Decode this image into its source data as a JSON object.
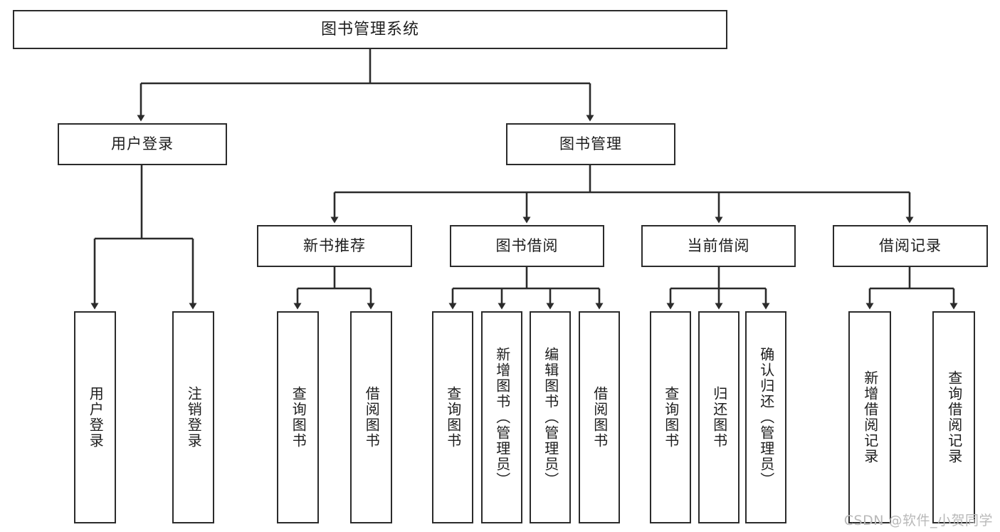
{
  "diagram": {
    "type": "tree",
    "title": "图书管理系统",
    "orientation": "top-down",
    "edge_color": "#2b2b2b",
    "box_border_color": "#2b2b2b",
    "box_fill_color": "#ffffff",
    "text_color": "#1d1d1d"
  },
  "nodes": {
    "root": {
      "label": "图书管理系统",
      "level": 1
    },
    "level2": [
      {
        "id": "user-login",
        "label": "用户登录",
        "level": 2
      },
      {
        "id": "book-manage",
        "label": "图书管理",
        "level": 2
      }
    ],
    "level3": [
      {
        "id": "new-book-recommend",
        "label": "新书推荐",
        "level": 3,
        "parent": "book-manage"
      },
      {
        "id": "book-borrow",
        "label": "图书借阅",
        "level": 3,
        "parent": "book-manage"
      },
      {
        "id": "current-borrow",
        "label": "当前借阅",
        "level": 3,
        "parent": "book-manage"
      },
      {
        "id": "borrow-record",
        "label": "借阅记录",
        "level": 3,
        "parent": "book-manage"
      }
    ],
    "leaves": [
      {
        "id": "leaf-user-login",
        "label": "用户登录",
        "parent": "user-login"
      },
      {
        "id": "leaf-user-logout",
        "label": "注销登录",
        "parent": "user-login"
      },
      {
        "id": "leaf-query-book-1",
        "label": "查询图书",
        "parent": "new-book-recommend"
      },
      {
        "id": "leaf-borrow-book-1",
        "label": "借阅图书",
        "parent": "new-book-recommend"
      },
      {
        "id": "leaf-query-book-2",
        "label": "查询图书",
        "parent": "book-borrow"
      },
      {
        "id": "leaf-add-book",
        "label": "新增图书（管理员）",
        "parent": "book-borrow"
      },
      {
        "id": "leaf-edit-book",
        "label": "编辑图书（管理员）",
        "parent": "book-borrow"
      },
      {
        "id": "leaf-borrow-book-2",
        "label": "借阅图书",
        "parent": "book-borrow"
      },
      {
        "id": "leaf-query-book-3",
        "label": "查询图书",
        "parent": "current-borrow"
      },
      {
        "id": "leaf-return-book",
        "label": "归还图书",
        "parent": "current-borrow"
      },
      {
        "id": "leaf-confirm-return",
        "label": "确认归还（管理员）",
        "parent": "current-borrow"
      },
      {
        "id": "leaf-add-record",
        "label": "新增借阅记录",
        "parent": "borrow-record"
      },
      {
        "id": "leaf-query-record",
        "label": "查询借阅记录",
        "parent": "borrow-record"
      }
    ]
  },
  "watermark": {
    "text": "CSDN @软件_小贺同学"
  }
}
